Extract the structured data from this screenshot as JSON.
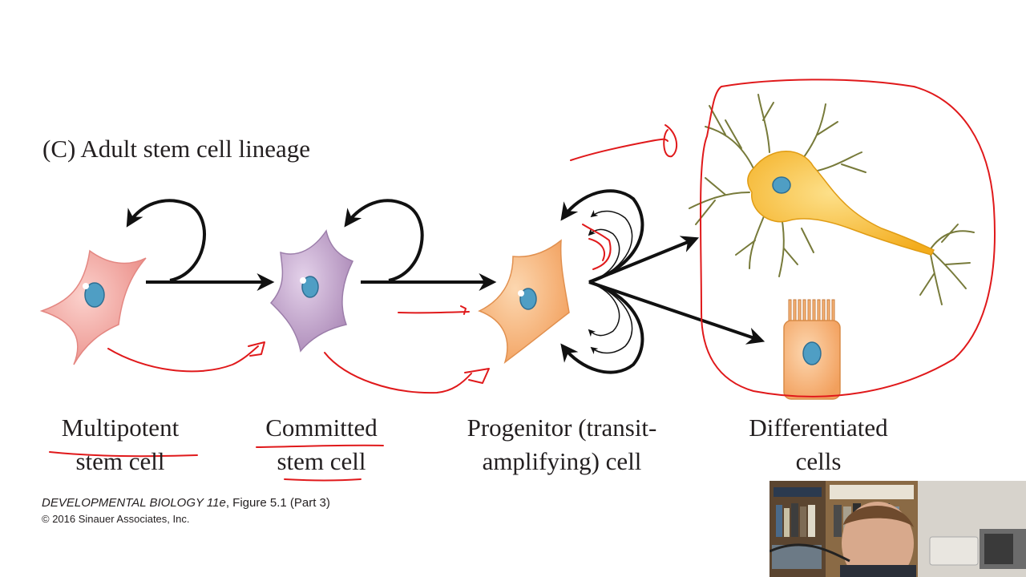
{
  "panel_title": "(C)  Adult stem cell lineage",
  "labels": {
    "multipotent": [
      "Multipotent",
      "stem cell"
    ],
    "committed": [
      "Committed",
      "stem cell"
    ],
    "progenitor": [
      "Progenitor (transit-",
      "amplifying) cell"
    ],
    "differentiated": [
      "Differentiated",
      "cells"
    ]
  },
  "credit": {
    "book_italic": "DEVELOPMENTAL BIOLOGY 11e",
    "figure": ", Figure 5.1 (Part 3)",
    "copyright": "© 2016 Sinauer Associates, Inc."
  },
  "colors": {
    "multipotent_cell": "#f1a19b",
    "committed_cell": "#c3a6cc",
    "progenitor_cell": "#f7b477",
    "neuron": "#f5b92b",
    "nucleus": "#4f9ec4",
    "annotation": "#e0191b",
    "arrow": "#111111"
  },
  "webcam_overlay": "presenter-video"
}
